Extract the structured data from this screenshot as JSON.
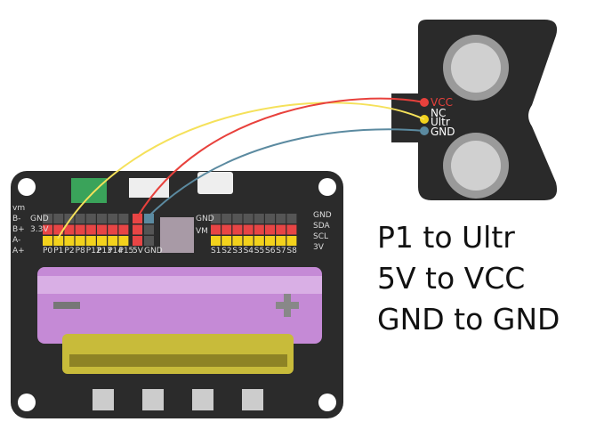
{
  "sensor": {
    "pins": [
      "VCC",
      "NC",
      "Ultr",
      "GND"
    ]
  },
  "board": {
    "left_pins": [
      "P0",
      "P1",
      "P2",
      "P8",
      "P12",
      "P13",
      "P14",
      "P15",
      "5V",
      "GND"
    ],
    "right_pins": [
      "S1",
      "S2",
      "S3",
      "S4",
      "S5",
      "S6",
      "S7",
      "S8"
    ],
    "i2c_pins": [
      "GND",
      "SDA",
      "SCL",
      "3V"
    ],
    "power_labels": [
      "GND",
      "VM"
    ],
    "row_labels": [
      "GND",
      "3.3V"
    ],
    "side_labels": [
      "vm",
      "B-",
      "B+",
      "A-",
      "A+"
    ]
  },
  "instructions": [
    "P1 to Ultr",
    "5V to VCC",
    "GND to GND"
  ],
  "colors": {
    "wire_yellow": "#f5e15a",
    "wire_red": "#e8413c",
    "wire_blue": "#5b8aa0",
    "board": "#2b2b2b",
    "header_red": "#e84545",
    "header_yellow": "#f3d21c",
    "battery": "#c58ad6"
  }
}
